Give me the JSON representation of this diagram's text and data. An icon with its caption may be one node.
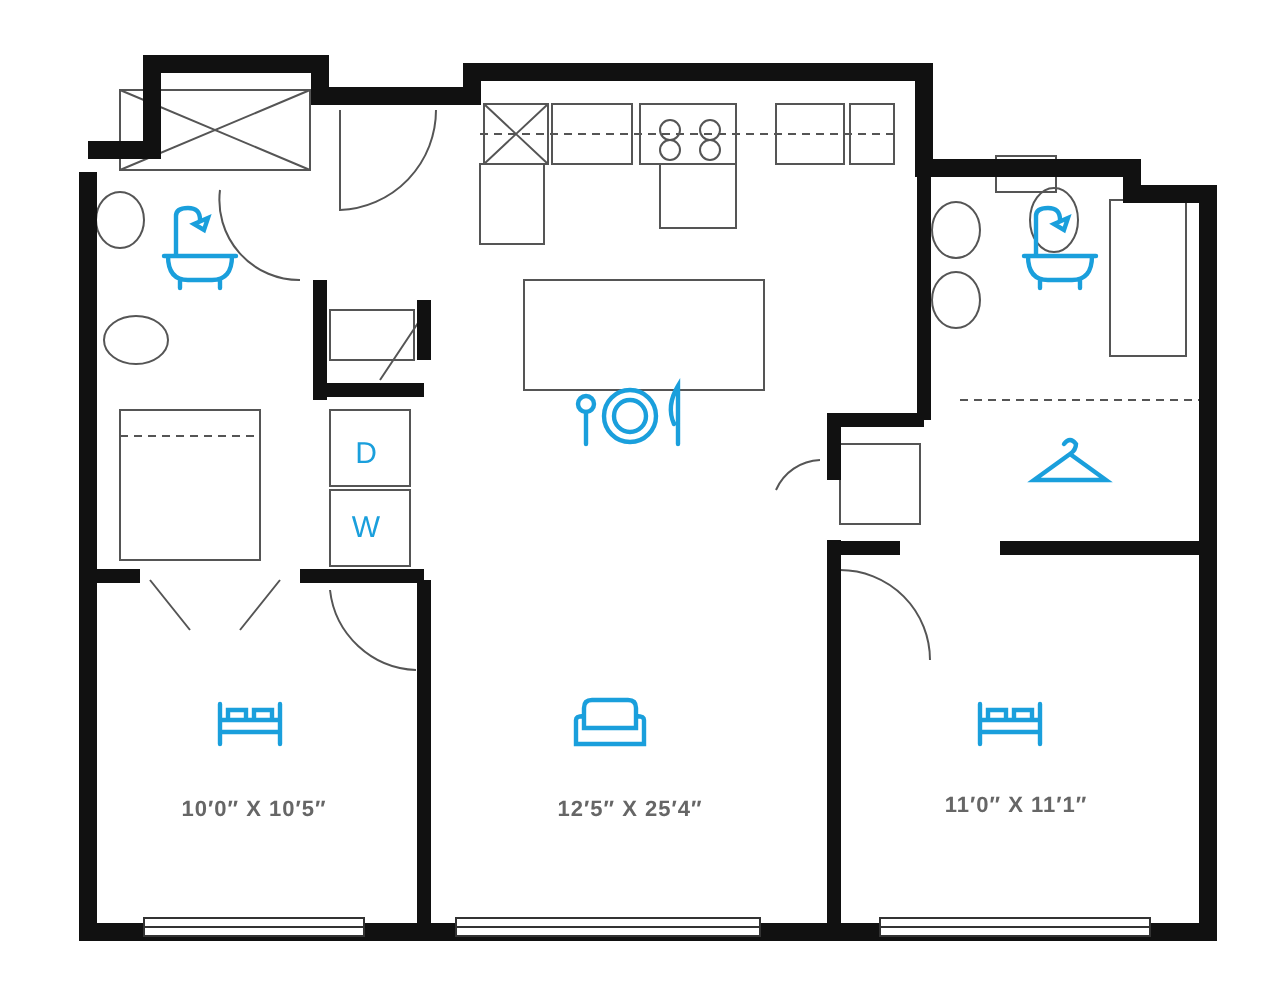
{
  "diagram": {
    "labels": [
      "D",
      "W",
      "10′0″ X 10′5″",
      "12′5″ X 25′4″",
      "11′0″ X 11′1″"
    ]
  }
}
